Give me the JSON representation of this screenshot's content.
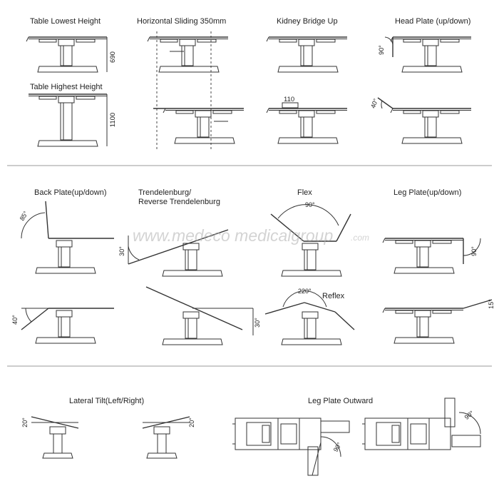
{
  "titles": {
    "lowest": "Table Lowest Height",
    "sliding": "Horizontal Sliding 350mm",
    "kidney": "Kidney Bridge Up",
    "head": "Head Plate (up/down)",
    "highest": "Table Highest Height",
    "back": "Back Plate(up/down)",
    "trend1": "Trendelenburg/",
    "trend2": "Reverse Trendelenburg",
    "flex": "Flex",
    "leg": "Leg Plate(up/down)",
    "reflex": "Reflex",
    "lateral": "Lateral Tilt(Left/Right)",
    "outward": "Leg Plate Outward"
  },
  "dims": {
    "low": "690",
    "high": "1100",
    "kidney": "110"
  },
  "angles": {
    "head_down": "90°",
    "head_up": "40°",
    "back_up": "85°",
    "back_down": "40°",
    "trend": "30°",
    "rtrend": "30°",
    "flex": "90°",
    "reflex": "220°",
    "leg_down": "90°",
    "leg_up": "15°",
    "lat_left": "20°",
    "lat_right": "20°",
    "out_right": "90°",
    "out_top": "90°"
  },
  "watermark": {
    "main": "www.medeco medicalgroup",
    "suffix": ".com"
  }
}
